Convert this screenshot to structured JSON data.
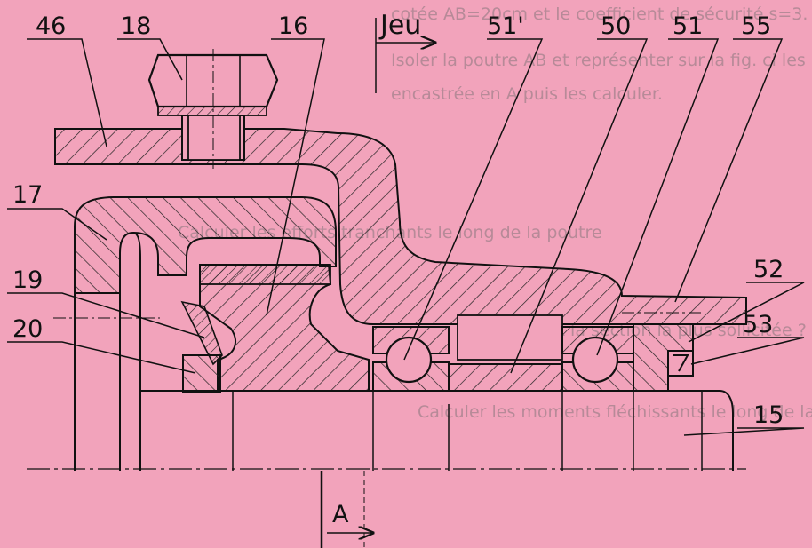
{
  "diagram": {
    "part_labels": [
      "46",
      "18",
      "16",
      "51'",
      "50",
      "51",
      "55",
      "17",
      "52",
      "19",
      "53",
      "20",
      "15"
    ],
    "jeu_label": "Jeu",
    "section_label": "A",
    "background_text": [
      "cotée AB=20cm et le coefficient de sécurité s=3.",
      "Isoler la poutre AB et représenter sur la fig. ci les actions",
      "encastrée en A puis les calculer.",
      "Calculer les efforts tranchants le long de la poutre",
      "Quelle est la section la plus sollicitée ?",
      "Calculer les moments fléchissants le long de la poutre"
    ],
    "colors": {
      "background": "#f2a3bb",
      "ink": "#111111",
      "faded_text": "#b78a98"
    }
  }
}
